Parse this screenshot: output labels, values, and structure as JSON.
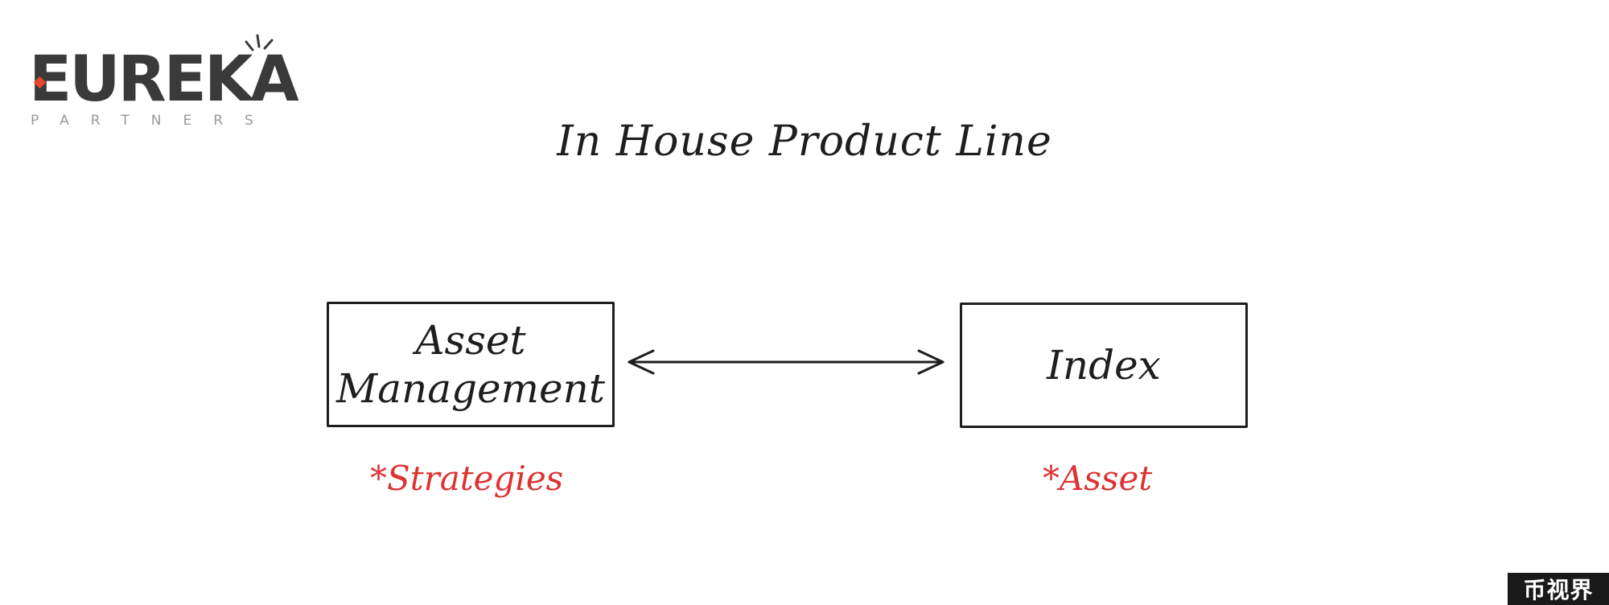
{
  "logo": {
    "wordmark": "EUREKA",
    "subtitle": "PARTNERS",
    "accent_color": "#e8462a"
  },
  "title": "In House Product Line",
  "boxes": [
    {
      "label_line1": "Asset",
      "label_line2": "Management",
      "note": "*Strategies"
    },
    {
      "label_line1": "Index",
      "note": "*Asset"
    }
  ],
  "connector": {
    "type": "double-headed-arrow"
  },
  "watermark": "币视界",
  "colors": {
    "ink": "#1e1e1e",
    "note": "#e03131"
  }
}
